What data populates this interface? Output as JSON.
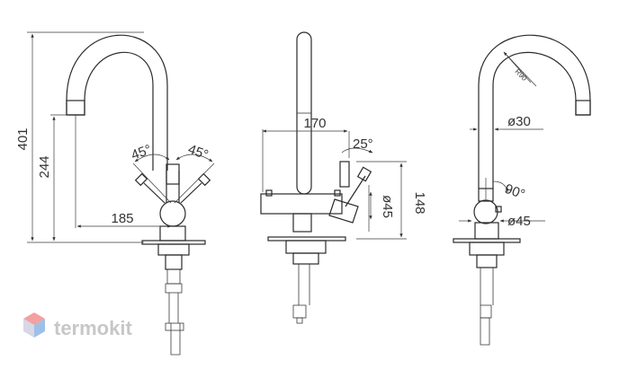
{
  "dimensions": {
    "height_total": "401",
    "height_spout": "244",
    "reach": "185",
    "lever_angle_left": "45°",
    "lever_angle_right": "45°",
    "side_reach": "170",
    "side_lever_angle": "25°",
    "side_height": "148",
    "side_body_diameter": "ø45",
    "spout_radius": "R90",
    "spout_diameter": "ø30",
    "side_lever_rotation": "90°",
    "right_body_diameter": "ø45"
  },
  "watermark": {
    "brand": "termokit"
  },
  "colors": {
    "line": "#2a2a2a",
    "watermark_top": "#f2a0a0",
    "watermark_right": "#9fc0e6",
    "watermark_left": "#d7d7e6"
  }
}
